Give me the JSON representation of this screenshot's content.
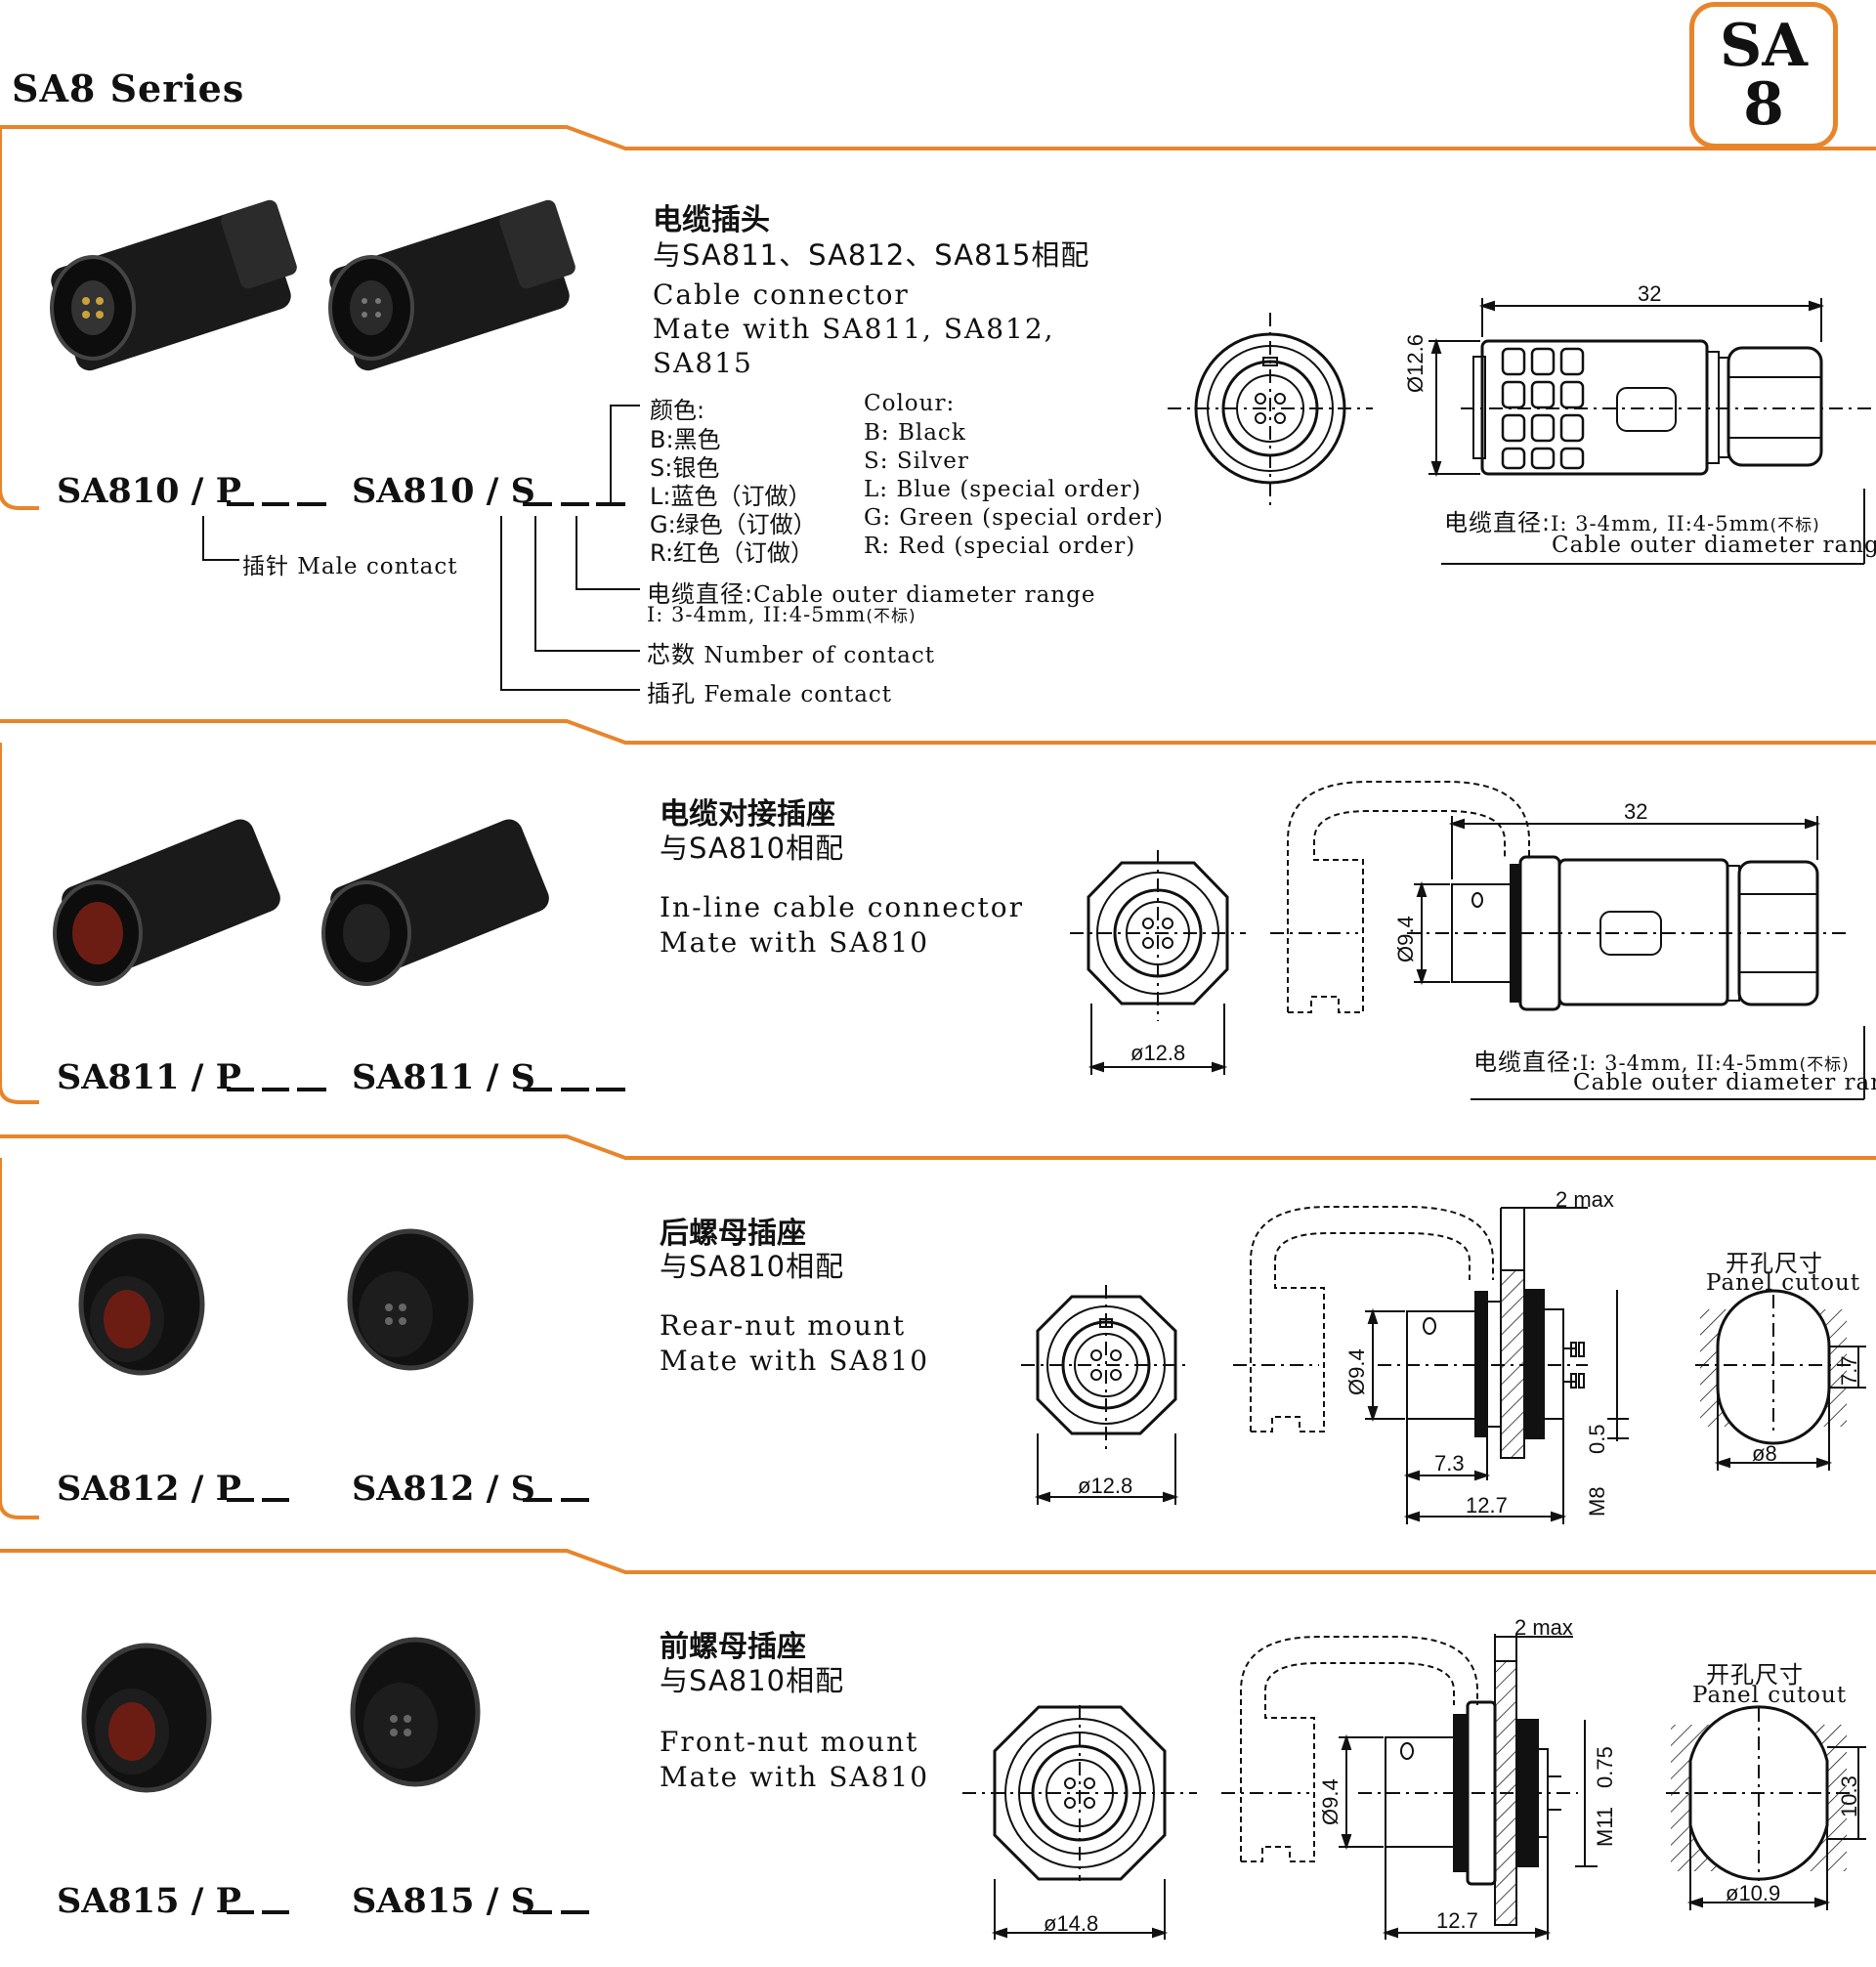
{
  "header": {
    "series_title": "SA8 Series",
    "badge_line1": "SA",
    "badge_line2": "8",
    "accent_color": "#E8852B"
  },
  "section1": {
    "title_cn": "电缆插头",
    "mate_cn": "与SA811、SA812、SA815相配",
    "title_en": "Cable connector",
    "mate_en_1": "Mate with SA811, SA812,",
    "mate_en_2": "SA815",
    "colour_cn_head": "颜色:",
    "colour_cn": [
      "B:黑色",
      "S:银色",
      "L:蓝色（订做）",
      "G:绿色（订做）",
      "R:红色（订做）"
    ],
    "colour_en_head": "Colour:",
    "colour_en": [
      "B: Black",
      "S: Silver",
      "L: Blue   (special order)",
      "G: Green (special order)",
      "R: Red     (special order)"
    ],
    "model_p": "SA810 / P",
    "model_s": "SA810 / S",
    "male_note": "插针 Male contact",
    "diam_cn": "电缆直径:",
    "diam_en": "Cable outer  diameter range",
    "diam_values": "I: 3-4mm, II:4-5mm",
    "diam_tag": "(不标)",
    "contacts_cn": "芯数",
    "contacts_en": "Number  of  contact",
    "female_cn": "插孔",
    "female_en": "Female  contact",
    "dim_len": "32",
    "dim_dia": "Ø12.6",
    "right_diam_cn": "电缆直径:",
    "right_diam_values": "I: 3-4mm, II:4-5mm",
    "right_diam_tag": "(不标)",
    "right_diam_en": "Cable outer  diameter range"
  },
  "section2": {
    "title_cn": "电缆对接插座",
    "mate_cn": "与SA810相配",
    "title_en": "In-line  cable  connector",
    "mate_en": "Mate  with  SA810",
    "model_p": "SA811 / P",
    "model_s": "SA811 / S",
    "dim_len": "32",
    "dim_dia": "Ø9.4",
    "dim_front": "ø12.8",
    "right_diam_cn": "电缆直径:",
    "right_diam_values": "I: 3-4mm, II:4-5mm",
    "right_diam_tag": "(不标)",
    "right_diam_en": "Cable outer  diameter range"
  },
  "section3": {
    "title_cn": "后螺母插座",
    "mate_cn": "与SA810相配",
    "title_en": "Rear-nut  mount",
    "mate_en": "Mate  with  SA810",
    "model_p": "SA812 / P",
    "model_s": "SA812 / S",
    "dim_front": "ø12.8",
    "dim_dia": "Ø9.4",
    "dim_max": "2 max",
    "dim_73": "7.3",
    "dim_127": "12.7",
    "dim_05": "0.5",
    "dim_thread": "M8",
    "cutout_cn": "开孔尺寸",
    "cutout_en": "Panel  cutout",
    "cutout_dia": "ø8",
    "cutout_flat": "7.7"
  },
  "section4": {
    "title_cn": "前螺母插座",
    "mate_cn": "与SA810相配",
    "title_en": "Front-nut  mount",
    "mate_en": "Mate  with  SA810",
    "model_p": "SA815 / P",
    "model_s": "SA815 / S",
    "dim_front": "ø14.8",
    "dim_dia": "Ø9.4",
    "dim_max": "2 max",
    "dim_127": "12.7",
    "dim_075": "0.75",
    "dim_thread": "M11",
    "cutout_cn": "开孔尺寸",
    "cutout_en": "Panel cutout",
    "cutout_dia": "ø10.9",
    "cutout_flat": "10.3"
  }
}
